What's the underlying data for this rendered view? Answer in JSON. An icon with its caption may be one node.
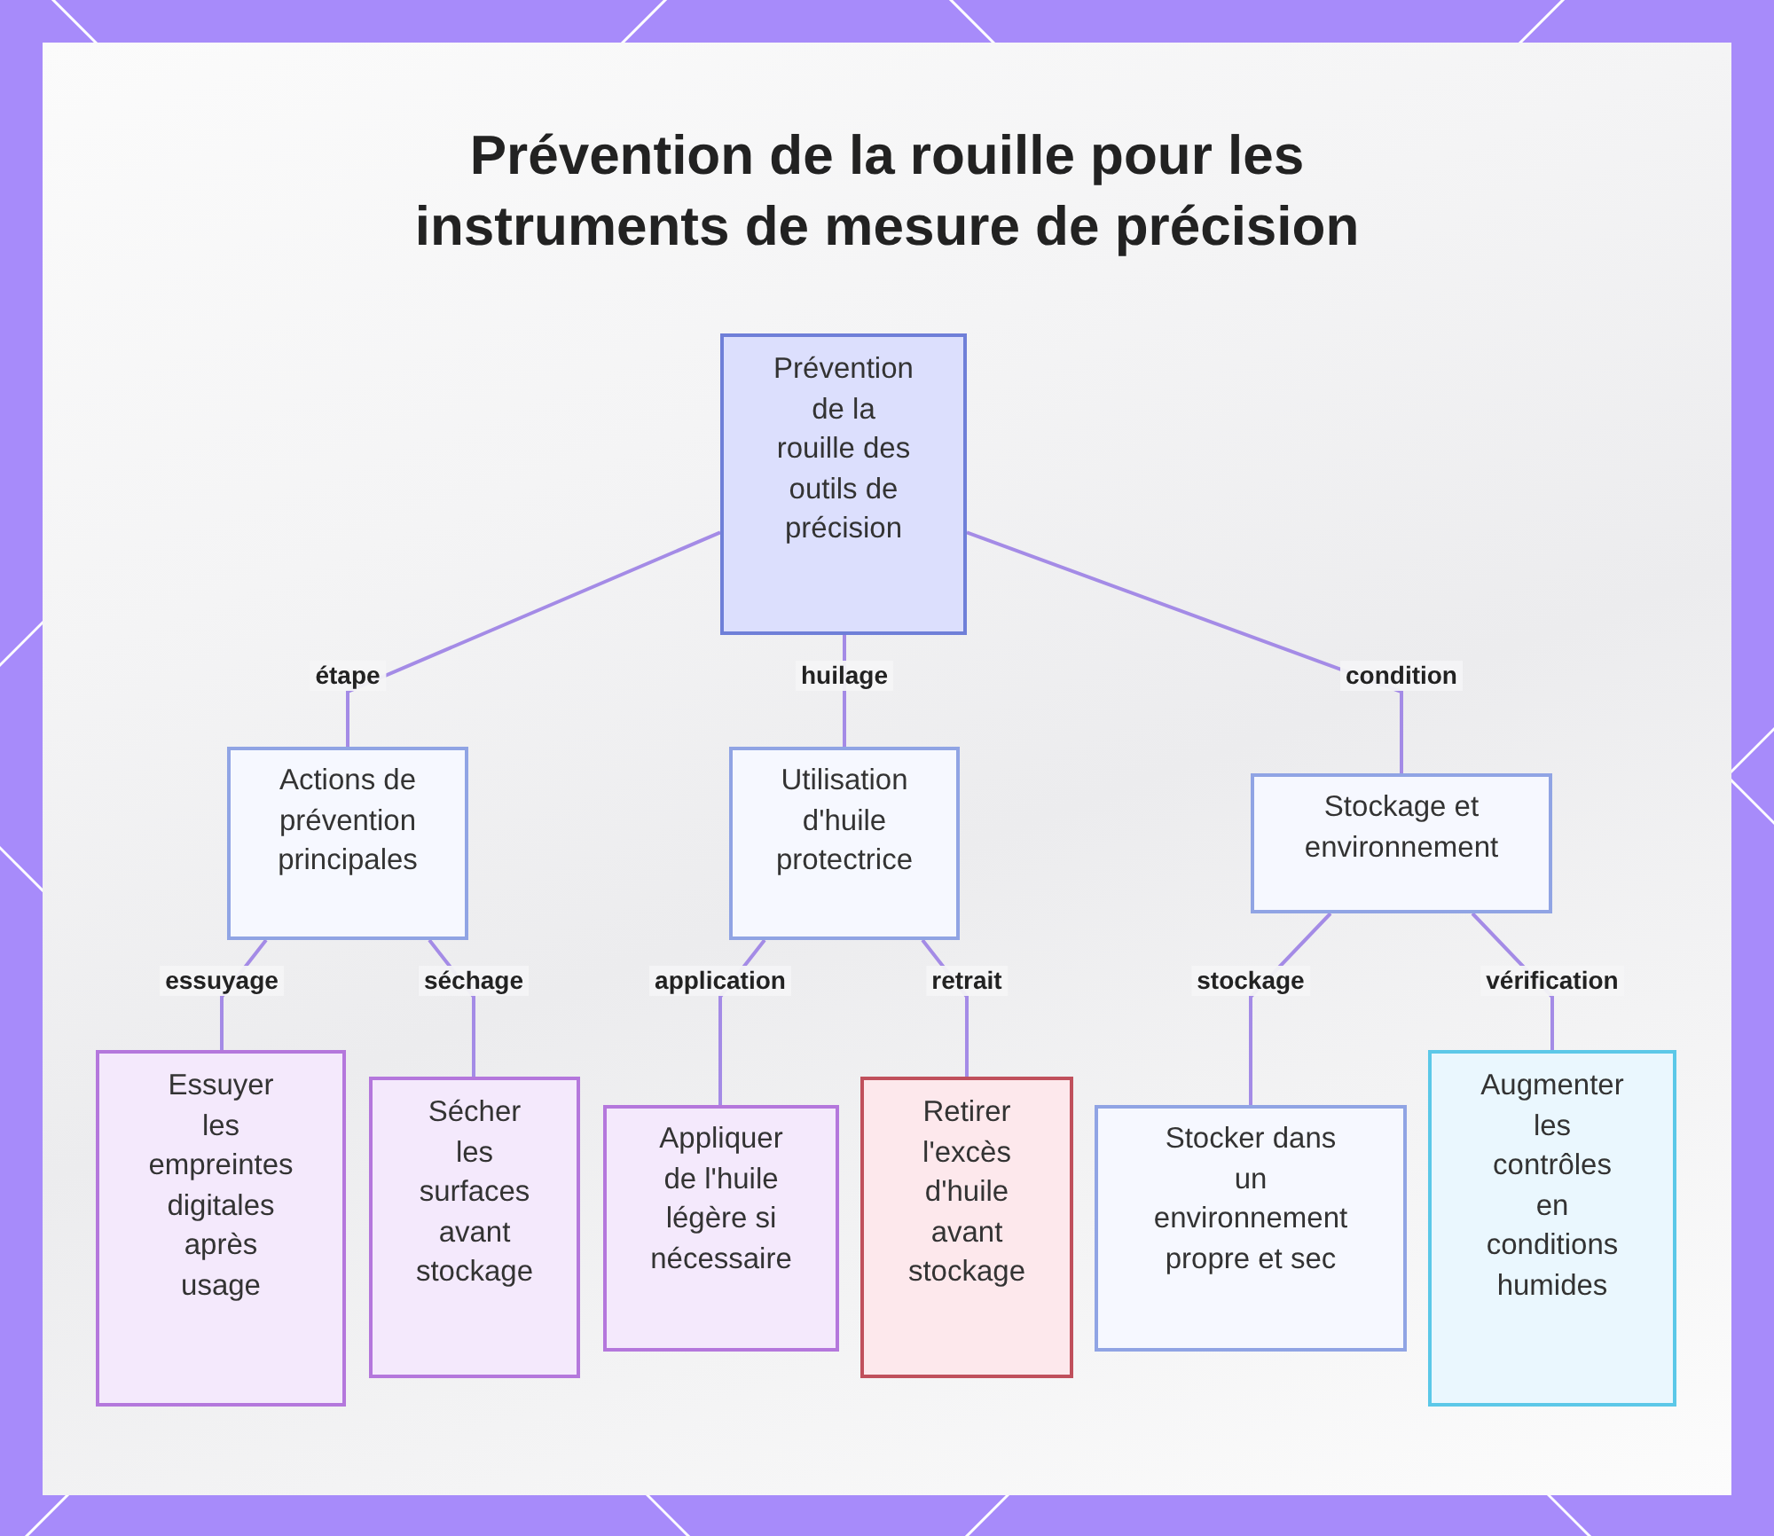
{
  "diagram": {
    "title": "Prévention de la rouille pour les instruments de mesure de précision",
    "nodes": [
      {
        "text": [
          "Prévention de la rouille des outils de précision"
        ]
      },
      {
        "text": [
          "Actions de prévention principales"
        ]
      },
      {
        "text": [
          "Utilisation d'huile protectrice"
        ]
      },
      {
        "text": [
          "Stockage et environnement"
        ]
      },
      {
        "text": [
          "Essuyer les empreintes digitales après usage"
        ]
      },
      {
        "text": [
          "Sécher les surfaces avant stockage"
        ]
      },
      {
        "text": [
          "Appliquer de l'huile légère si nécessaire"
        ]
      },
      {
        "text": [
          "Retirer l'excès d'huile avant stockage"
        ]
      },
      {
        "text": [
          "Stocker dans un environnement propre et sec"
        ]
      },
      {
        "text": [
          "Augmenter les contrôles en conditions humides"
        ]
      }
    ],
    "edges": [
      {
        "from": 0,
        "to": 1,
        "arrow": "none",
        "label": "étape"
      },
      {
        "from": 0,
        "to": 2,
        "arrow": "none",
        "label": "huilage"
      },
      {
        "from": 0,
        "to": 3,
        "arrow": "none",
        "label": "condition"
      },
      {
        "from": 1,
        "to": 4,
        "arrow": "none",
        "label": "essuyage"
      },
      {
        "from": 1,
        "to": 5,
        "arrow": "none",
        "label": "séchage"
      },
      {
        "from": 2,
        "to": 6,
        "arrow": "none",
        "label": "application"
      },
      {
        "from": 2,
        "to": 7,
        "arrow": "none",
        "label": "retrait"
      },
      {
        "from": 3,
        "to": 8,
        "arrow": "none",
        "label": "stockage"
      },
      {
        "from": 3,
        "to": 9,
        "arrow": "none",
        "label": "vérification"
      }
    ]
  }
}
